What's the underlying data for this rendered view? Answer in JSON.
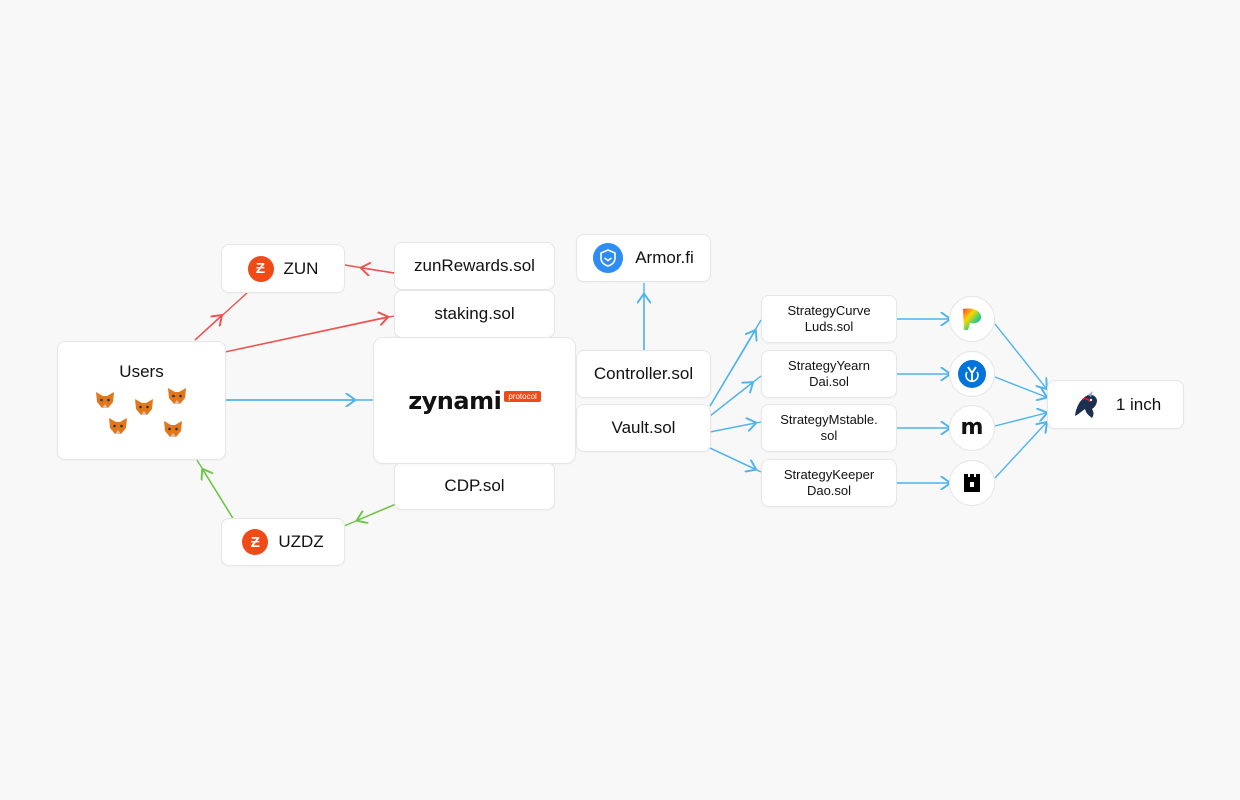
{
  "colors": {
    "red": "#ef5350",
    "blue": "#4fb3ec",
    "green": "#6cc644",
    "zun": "#f04a16"
  },
  "nodes": {
    "users": "Users",
    "zun": "ZUN",
    "uzdz": "UZDZ",
    "zunRewards": "zunRewards.sol",
    "staking": "staking.sol",
    "controller": "Controller.sol",
    "vault": "Vault.sol",
    "cdp": "CDP.sol",
    "armor": "Armor.fi",
    "oneinch": "1 inch"
  },
  "logo": {
    "main": "zynami",
    "badge": "protocol"
  },
  "strategies": [
    {
      "label": "StrategyCurve\nLuds.sol",
      "icon": "curve-icon"
    },
    {
      "label": "StrategyYearn\nDai.sol",
      "icon": "yearn-icon"
    },
    {
      "label": "StrategyMstable.\nsol",
      "icon": "mstable-icon"
    },
    {
      "label": "StrategyKeeper\nDao.sol",
      "icon": "keeperdao-icon"
    }
  ],
  "icons": {
    "zun": "zun-token-icon",
    "uzdz": "uzdz-token-icon",
    "armor": "armor-shield-icon",
    "oneinch": "unicorn-icon",
    "user": "metamask-fox-icon"
  }
}
